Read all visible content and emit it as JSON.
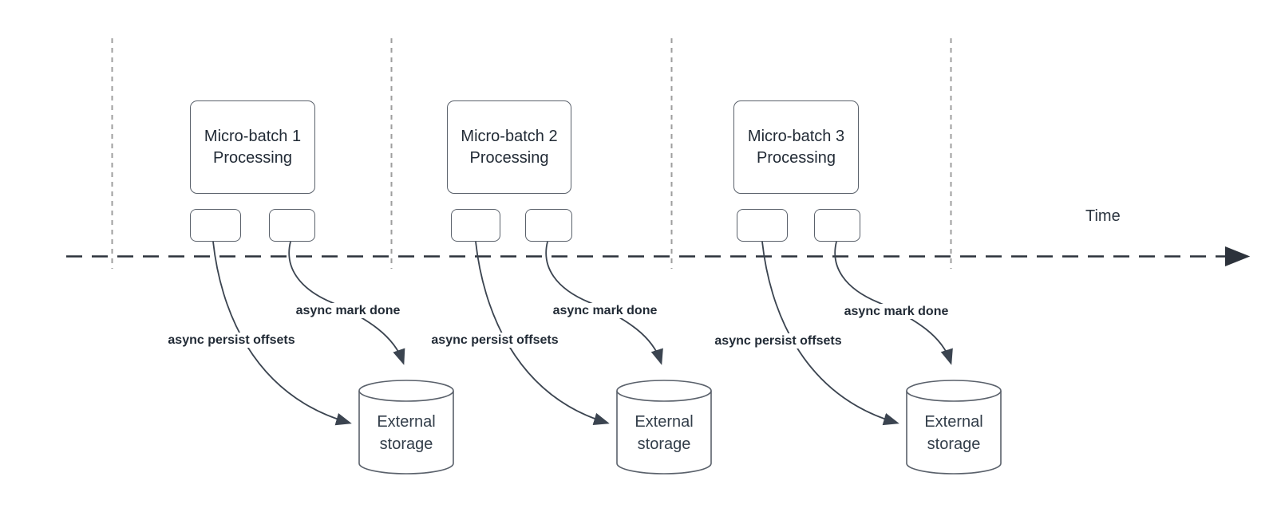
{
  "colors": {
    "background": "#ffffff",
    "timeline_line": "#2c323b",
    "guide_line": "#9e9e9e",
    "arrow_line": "#3b4450",
    "shape_border": "#5a616b",
    "text": "#222b36"
  },
  "timeline": {
    "label": "Time"
  },
  "batches": [
    {
      "box_line1": "Micro-batch 1",
      "box_line2": "Processing",
      "persist_label": "async persist offsets",
      "mark_done_label": "async mark done",
      "storage_line1": "External",
      "storage_line2": "storage"
    },
    {
      "box_line1": "Micro-batch 2",
      "box_line2": "Processing",
      "persist_label": "async persist offsets",
      "mark_done_label": "async mark done",
      "storage_line1": "External",
      "storage_line2": "storage"
    },
    {
      "box_line1": "Micro-batch 3",
      "box_line2": "Processing",
      "persist_label": "async persist offsets",
      "mark_done_label": "async mark done",
      "storage_line1": "External",
      "storage_line2": "storage"
    }
  ]
}
